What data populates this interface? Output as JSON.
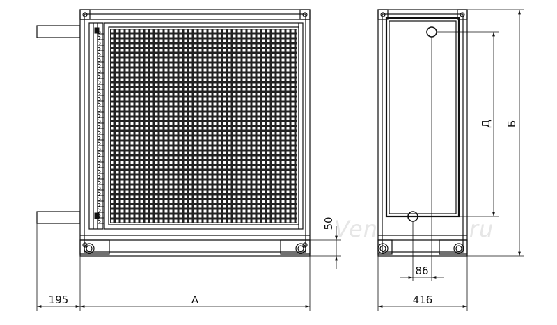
{
  "dimensions": {
    "A": "A",
    "B": "Б",
    "D": "Д",
    "w195": "195",
    "w416": "416",
    "h50": "50",
    "w86": "86"
  },
  "watermark": "Ventilatory.ru",
  "colors": {
    "line": "#111111",
    "grid": "#222222",
    "watermark": "#e6e6e6",
    "background": "#ffffff"
  }
}
